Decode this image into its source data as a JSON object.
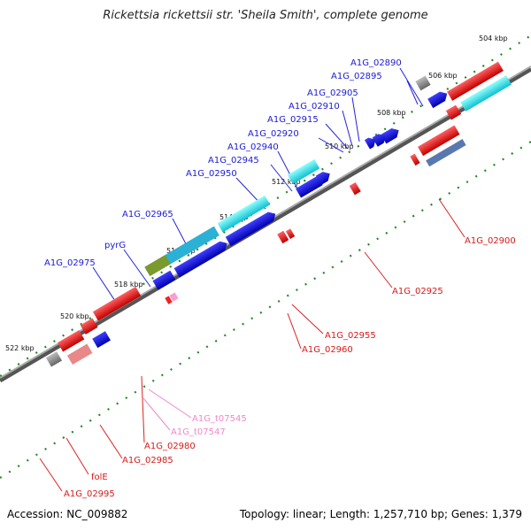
{
  "title": "Rickettsia rickettsii str. 'Sheila Smith', complete genome",
  "footer": {
    "accession": "Accession: NC_009882",
    "summary": "Topology: linear; Length: 1,257,710 bp; Genes: 1,379"
  },
  "ticks": [
    "504 kbp",
    "506 kbp",
    "508 kbp",
    "510 kbp",
    "512 kbp",
    "514 kbp",
    "516 kbp",
    "518 kbp",
    "520 kbp",
    "522 kbp"
  ],
  "forward_labels": [
    "A1G_02890",
    "A1G_02895",
    "A1G_02905",
    "A1G_02910",
    "A1G_02915",
    "A1G_02920",
    "A1G_02940",
    "A1G_02945",
    "A1G_02950",
    "A1G_02965",
    "pyrG",
    "A1G_02975"
  ],
  "reverse_labels": [
    "A1G_02900",
    "A1G_02925",
    "A1G_02955",
    "A1G_02960",
    "A1G_t07545",
    "A1G_t07547",
    "A1G_02980",
    "A1G_02985",
    "folE",
    "A1G_02995"
  ],
  "colors": {
    "forward_label": "#1a1ad6",
    "reverse_label": "#d61a1a",
    "trna_label": "#ee88cc",
    "tick": "#228822",
    "backbone": "#808080"
  }
}
